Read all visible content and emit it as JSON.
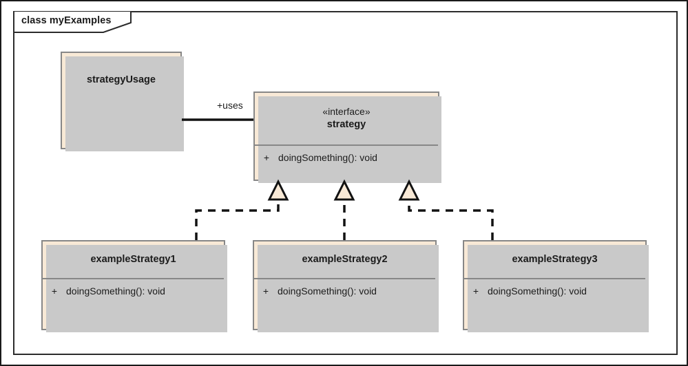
{
  "frame": {
    "label": "class myExamples"
  },
  "colors": {
    "box_fill": "#f8e9d6",
    "box_border": "#878787",
    "shadow": "#c9c9c9",
    "frame_border": "#2b2b2b",
    "page_border": "#1a1a1a",
    "connector": "#121212",
    "text": "#1b1b1b"
  },
  "classes": {
    "strategy_usage": {
      "name": "strategyUsage",
      "stereotype": "",
      "members": []
    },
    "strategy": {
      "name": "strategy",
      "stereotype": "«interface»",
      "members": [
        {
          "visibility": "+",
          "signature": "doingSomething(): void"
        }
      ]
    },
    "example1": {
      "name": "exampleStrategy1",
      "stereotype": "",
      "members": [
        {
          "visibility": "+",
          "signature": "doingSomething(): void"
        }
      ]
    },
    "example2": {
      "name": "exampleStrategy2",
      "stereotype": "",
      "members": [
        {
          "visibility": "+",
          "signature": "doingSomething(): void"
        }
      ]
    },
    "example3": {
      "name": "exampleStrategy3",
      "stereotype": "",
      "members": [
        {
          "visibility": "+",
          "signature": "doingSomething(): void"
        }
      ]
    }
  },
  "relationships": {
    "uses": {
      "label": "+uses",
      "kind": "association",
      "from": "strategyUsage",
      "to": "strategy"
    },
    "realizations": [
      {
        "kind": "realization",
        "from": "exampleStrategy1",
        "to": "strategy"
      },
      {
        "kind": "realization",
        "from": "exampleStrategy2",
        "to": "strategy"
      },
      {
        "kind": "realization",
        "from": "exampleStrategy3",
        "to": "strategy"
      }
    ]
  }
}
